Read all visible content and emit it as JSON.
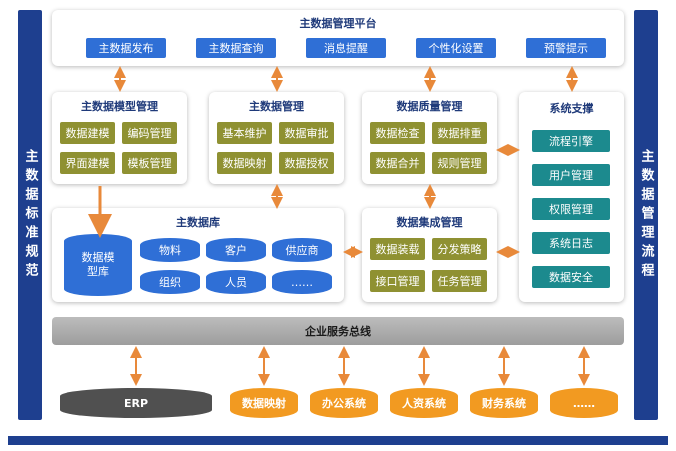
{
  "left_bar": "主数据标准规范",
  "right_bar": "主数据管理流程",
  "platform": {
    "title": "主数据管理平台",
    "buttons": [
      "主数据发布",
      "主数据查询",
      "消息提醒",
      "个性化设置",
      "预警提示"
    ]
  },
  "model_mgmt": {
    "title": "主数据模型管理",
    "items": [
      "数据建模",
      "编码管理",
      "界面建模",
      "模板管理"
    ]
  },
  "data_mgmt": {
    "title": "主数据管理",
    "items": [
      "基本维护",
      "数据审批",
      "数据映射",
      "数据授权"
    ]
  },
  "quality_mgmt": {
    "title": "数据质量管理",
    "items": [
      "数据检查",
      "数据排重",
      "数据合并",
      "规则管理"
    ]
  },
  "database": {
    "title": "主数据库",
    "model_store": "数据模型库",
    "items": [
      "物料",
      "客户",
      "供应商",
      "组织",
      "人员",
      "……"
    ]
  },
  "integration_mgmt": {
    "title": "数据集成管理",
    "items": [
      "数据装载",
      "分发策略",
      "接口管理",
      "任务管理"
    ]
  },
  "system_support": {
    "title": "系统支撑",
    "items": [
      "流程引擎",
      "用户管理",
      "权限管理",
      "系统日志",
      "数据安全"
    ]
  },
  "bus": "企业服务总线",
  "systems": [
    "ERP",
    "数据映射",
    "办公系统",
    "人资系统",
    "财务系统",
    "……"
  ],
  "colors": {
    "navy": "#1e3f8f",
    "blue": "#2f6fd6",
    "olive": "#8f9132",
    "teal": "#1c8a8e",
    "orange": "#f29a21",
    "gray": "#505050",
    "arrow": "#e8893a"
  }
}
